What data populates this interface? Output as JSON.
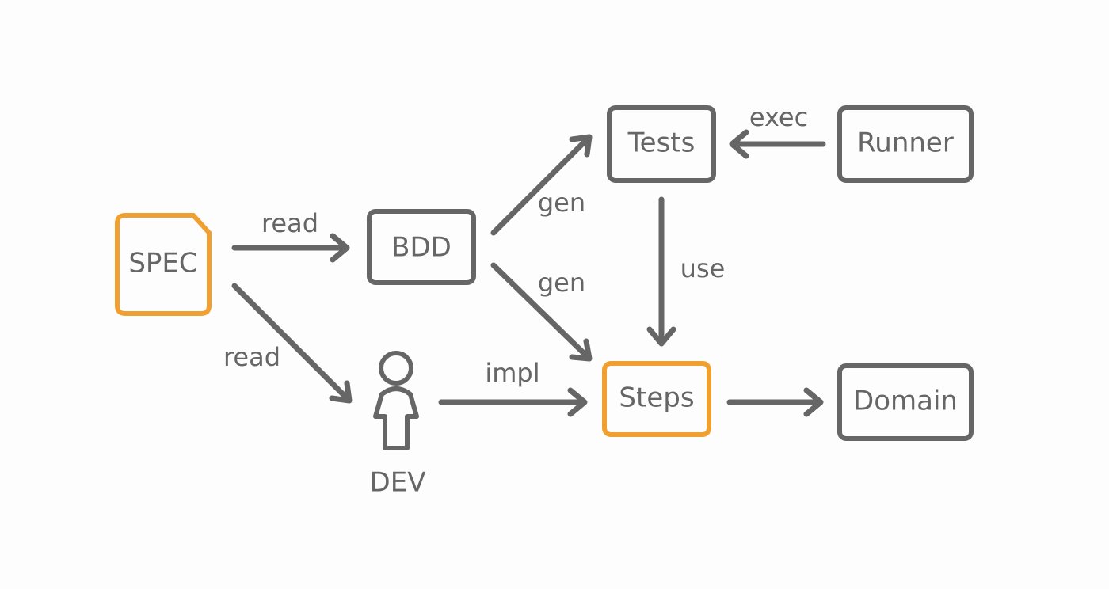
{
  "colors": {
    "gray": "#666666",
    "orange": "#f0a030",
    "background": "#fdfdfd"
  },
  "nodes": {
    "spec": {
      "label": "SPEC",
      "shape": "document",
      "color": "orange"
    },
    "bdd": {
      "label": "BDD",
      "shape": "box",
      "color": "gray"
    },
    "tests": {
      "label": "Tests",
      "shape": "box",
      "color": "gray"
    },
    "runner": {
      "label": "Runner",
      "shape": "box",
      "color": "gray"
    },
    "steps": {
      "label": "Steps",
      "shape": "box",
      "color": "orange"
    },
    "domain": {
      "label": "Domain",
      "shape": "box",
      "color": "gray"
    },
    "dev": {
      "label": "DEV",
      "shape": "person-icon",
      "color": "gray"
    }
  },
  "edges": [
    {
      "from": "spec",
      "to": "bdd",
      "label": "read"
    },
    {
      "from": "spec",
      "to": "dev",
      "label": "read"
    },
    {
      "from": "bdd",
      "to": "tests",
      "label": "gen"
    },
    {
      "from": "bdd",
      "to": "steps",
      "label": "gen"
    },
    {
      "from": "runner",
      "to": "tests",
      "label": "exec"
    },
    {
      "from": "tests",
      "to": "steps",
      "label": "use"
    },
    {
      "from": "dev",
      "to": "steps",
      "label": "impl"
    },
    {
      "from": "steps",
      "to": "domain",
      "label": ""
    }
  ]
}
